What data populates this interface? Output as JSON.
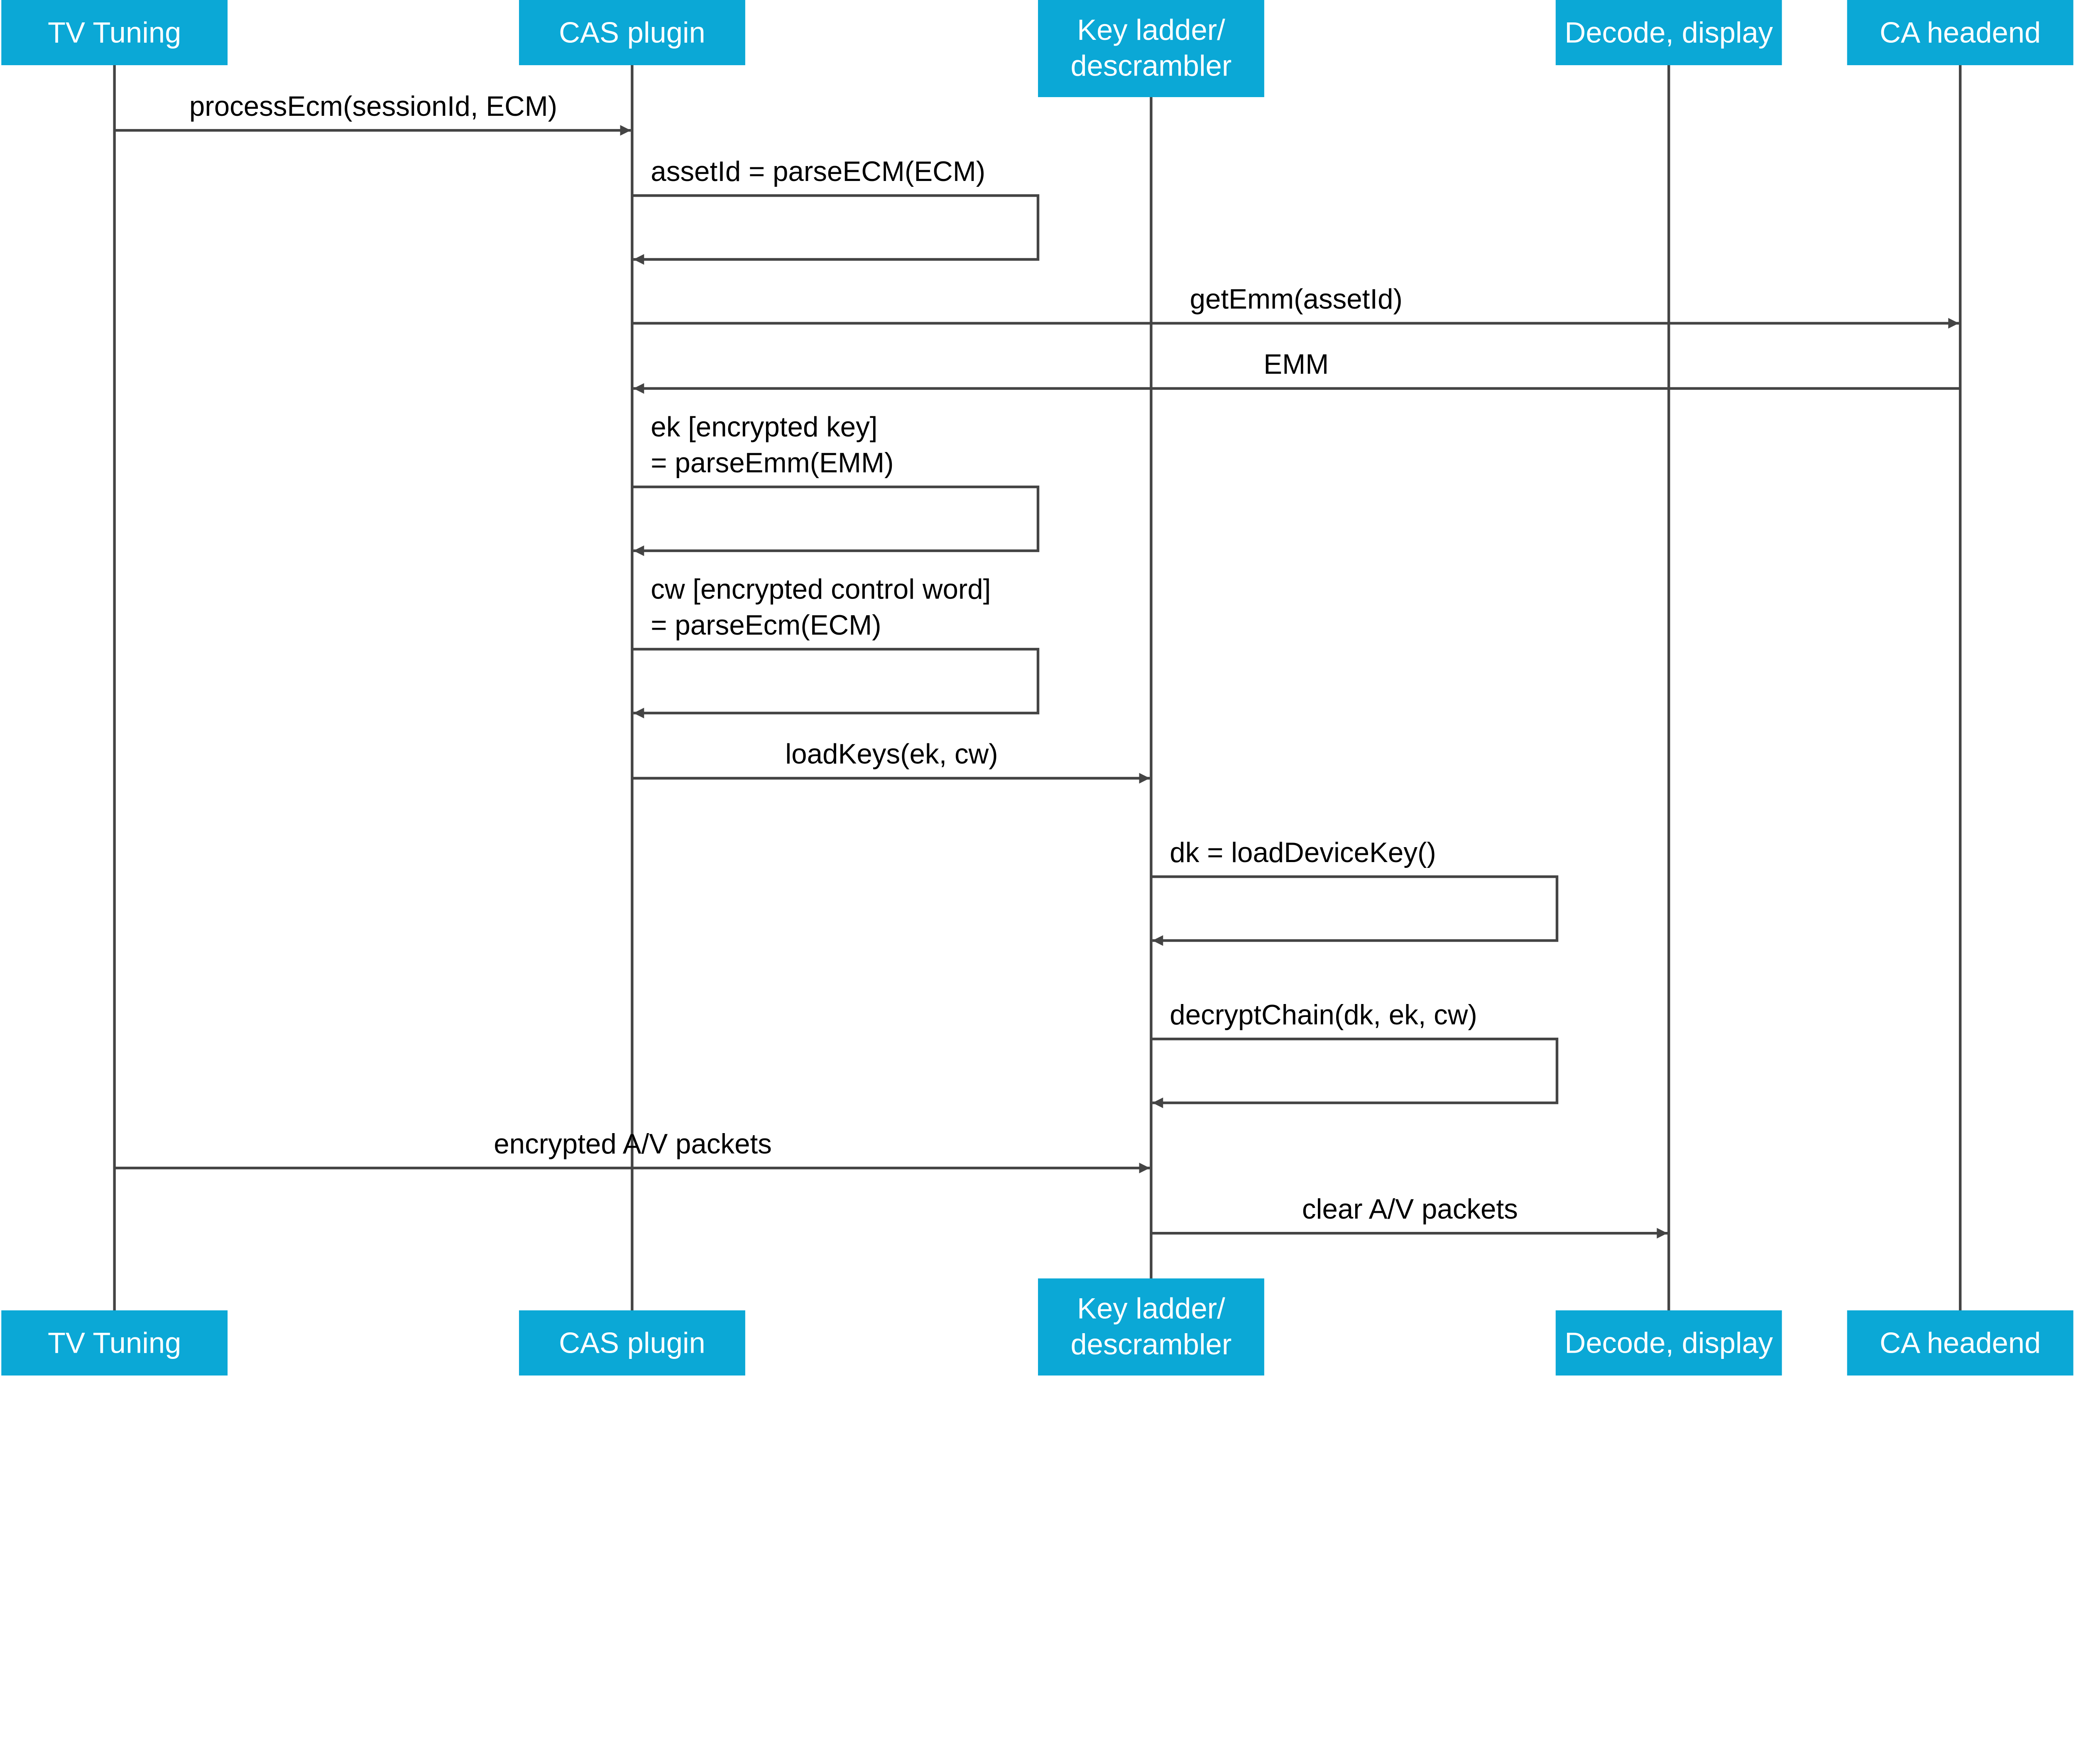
{
  "colors": {
    "header_fill": "#0BA8D6",
    "header_text": "#ffffff",
    "line": "#444444",
    "text": "#000000"
  },
  "participants": [
    {
      "id": "tv",
      "label": [
        "TV Tuning"
      ]
    },
    {
      "id": "cas",
      "label": [
        "CAS plugin"
      ]
    },
    {
      "id": "kl",
      "label": [
        "Key ladder/",
        "descrambler"
      ]
    },
    {
      "id": "dec",
      "label": [
        "Decode, display"
      ]
    },
    {
      "id": "ca",
      "label": [
        "CA headend"
      ]
    }
  ],
  "messages": [
    {
      "from": "tv",
      "to": "cas",
      "label": [
        "processEcm(sessionId, ECM)"
      ]
    },
    {
      "from": "cas",
      "to": "cas",
      "label": [
        "assetId = parseECM(ECM)"
      ]
    },
    {
      "from": "cas",
      "to": "ca",
      "label": [
        "getEmm(assetId)"
      ]
    },
    {
      "from": "ca",
      "to": "cas",
      "label": [
        "EMM"
      ]
    },
    {
      "from": "cas",
      "to": "cas",
      "label": [
        "ek [encrypted key]",
        "= parseEmm(EMM)"
      ]
    },
    {
      "from": "cas",
      "to": "cas",
      "label": [
        "cw [encrypted control word]",
        "= parseEcm(ECM)"
      ]
    },
    {
      "from": "cas",
      "to": "kl",
      "label": [
        "loadKeys(ek, cw)"
      ]
    },
    {
      "from": "kl",
      "to": "kl",
      "label": [
        "dk = loadDeviceKey()"
      ]
    },
    {
      "from": "kl",
      "to": "kl",
      "label": [
        "decryptChain(dk, ek, cw)"
      ]
    },
    {
      "from": "tv",
      "to": "kl",
      "label": [
        "encrypted A/V packets"
      ]
    },
    {
      "from": "kl",
      "to": "dec",
      "label": [
        "clear A/V packets"
      ]
    }
  ]
}
